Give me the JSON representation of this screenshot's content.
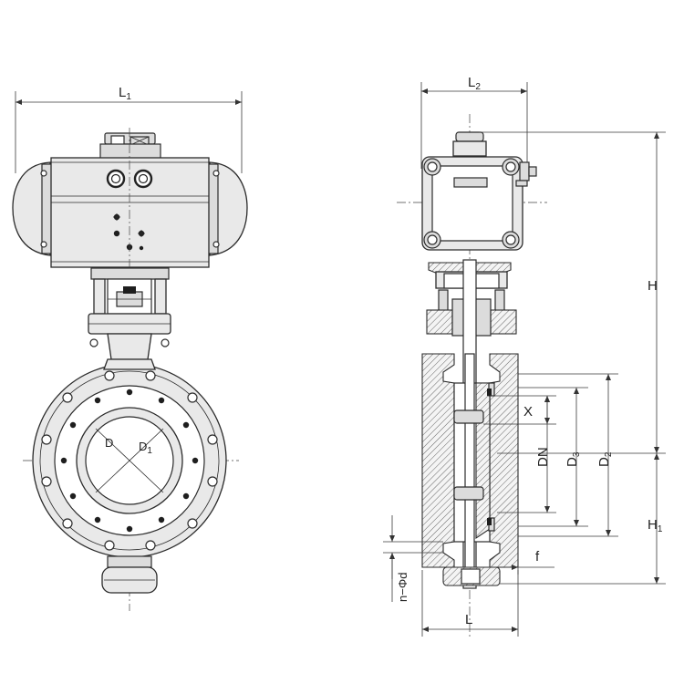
{
  "labels": {
    "l1": "L1",
    "l2": "L2",
    "h": "H",
    "h1": "H1",
    "x": "X",
    "dn": "DN",
    "d3": "D3",
    "d2": "D2",
    "d": "D",
    "d1": "D1",
    "f": "f",
    "l": "L",
    "bolt": "n−Φd"
  }
}
